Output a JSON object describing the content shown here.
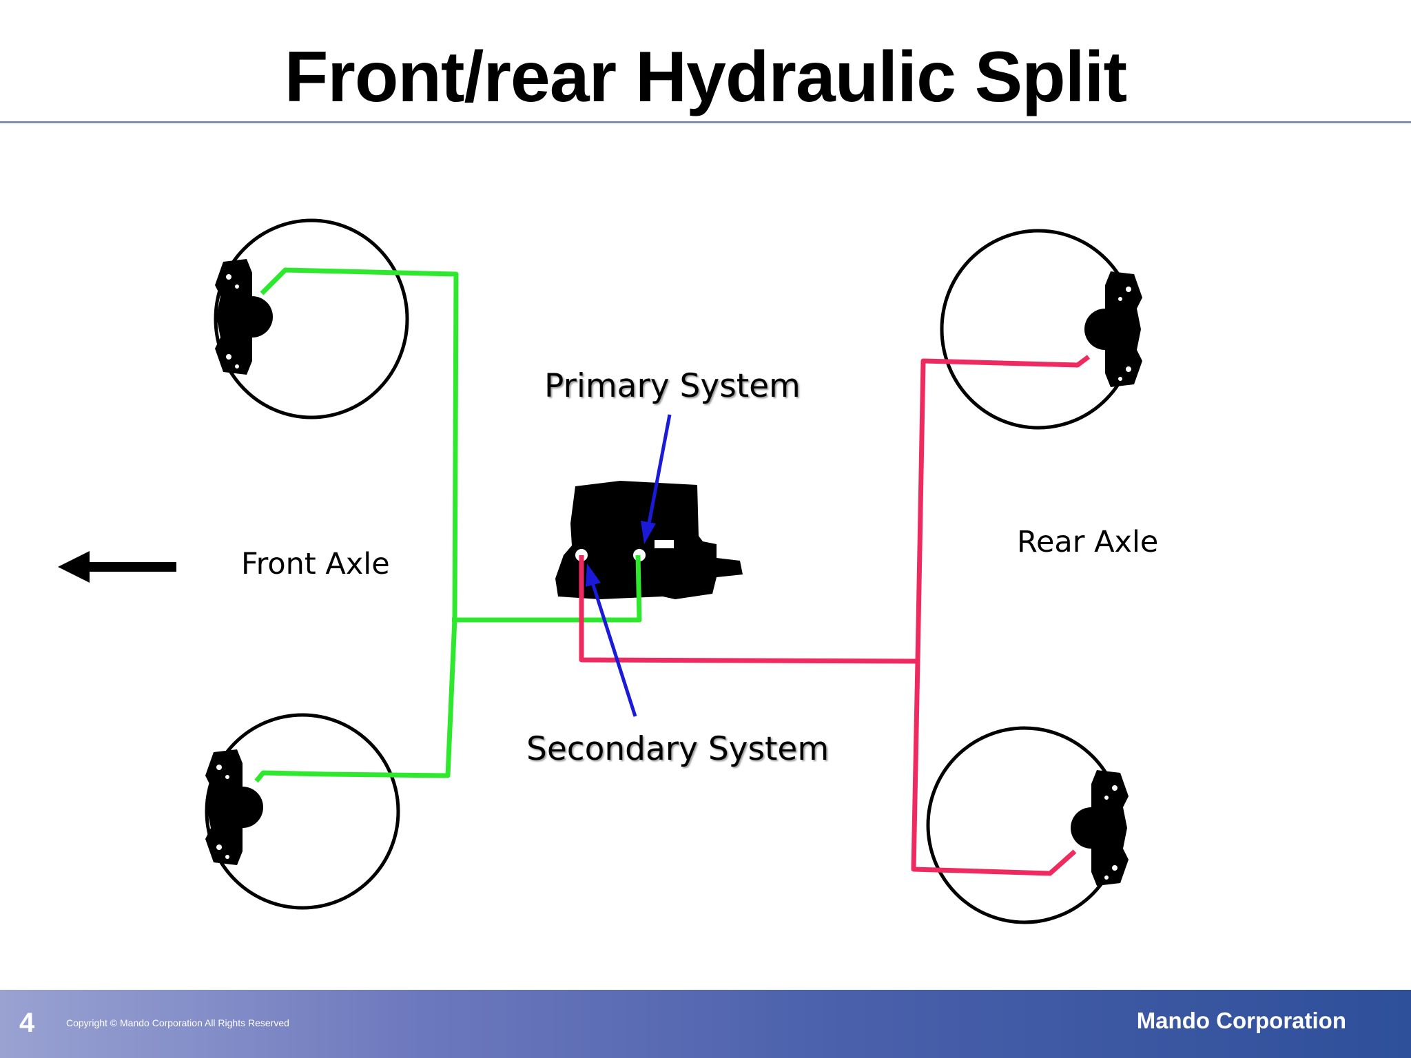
{
  "slide": {
    "title": "Front/rear Hydraulic Split"
  },
  "labels": {
    "primary_system": "Primary System",
    "secondary_system": "Secondary System",
    "front_axle": "Front Axle",
    "rear_axle": "Rear Axle"
  },
  "footer": {
    "page_number": "4",
    "copyright": "Copyright © Mando Corporation All Rights Reserved",
    "company": "Mando Corporation"
  },
  "colors": {
    "primary_circuit": "#2ee82e",
    "secondary_circuit": "#ee2a5f",
    "pointer_arrow": "#1a1ad8",
    "direction_arrow": "#000000"
  }
}
